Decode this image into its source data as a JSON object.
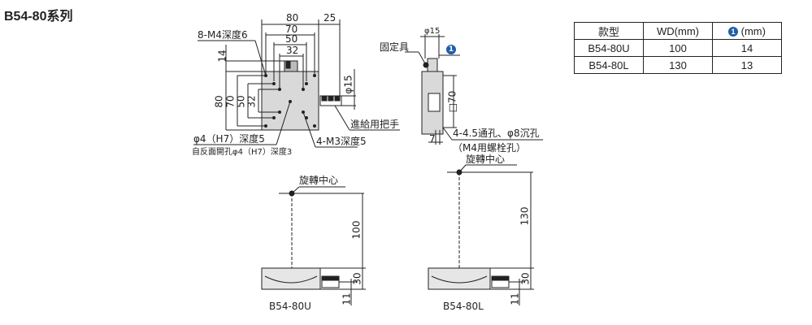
{
  "title": "B54-80系列",
  "top_view": {
    "dims": {
      "w80": "80",
      "w25": "25",
      "w70": "70",
      "w50": "50",
      "w32": "32",
      "h14": "14",
      "h80": "80",
      "h70": "70",
      "h50": "50",
      "h32": "32",
      "phi15": "φ15"
    },
    "labels": {
      "m4": "8-M4深度6",
      "handle": "進給用把手",
      "pin": "φ4（H7）深度5",
      "pin_back": "自反面開孔φ4（H7）深度3",
      "m3": "4-M3深度5"
    }
  },
  "side_view": {
    "phi15": "φ15",
    "fixture": "固定具",
    "badge": "1",
    "sq70": "□70",
    "dim7": "7",
    "holes": "4-4.5通孔、φ8沉孔",
    "bolt": "（M4用螺栓孔）",
    "center": "旋轉中心"
  },
  "front_u": {
    "center": "旋轉中心",
    "wd": "100",
    "h30": "30",
    "h11": "11",
    "model": "B54-80U"
  },
  "front_l": {
    "wd": "130",
    "h30": "30",
    "h11": "11",
    "model": "B54-80L"
  },
  "table": {
    "headers": [
      "款型",
      "WD(mm)",
      "(mm)"
    ],
    "badge": "1",
    "rows": [
      [
        "B54-80U",
        "100",
        "14"
      ],
      [
        "B54-80L",
        "130",
        "13"
      ]
    ]
  },
  "colors": {
    "badge": "#1f5fa8",
    "body": "#d9d9d9"
  }
}
